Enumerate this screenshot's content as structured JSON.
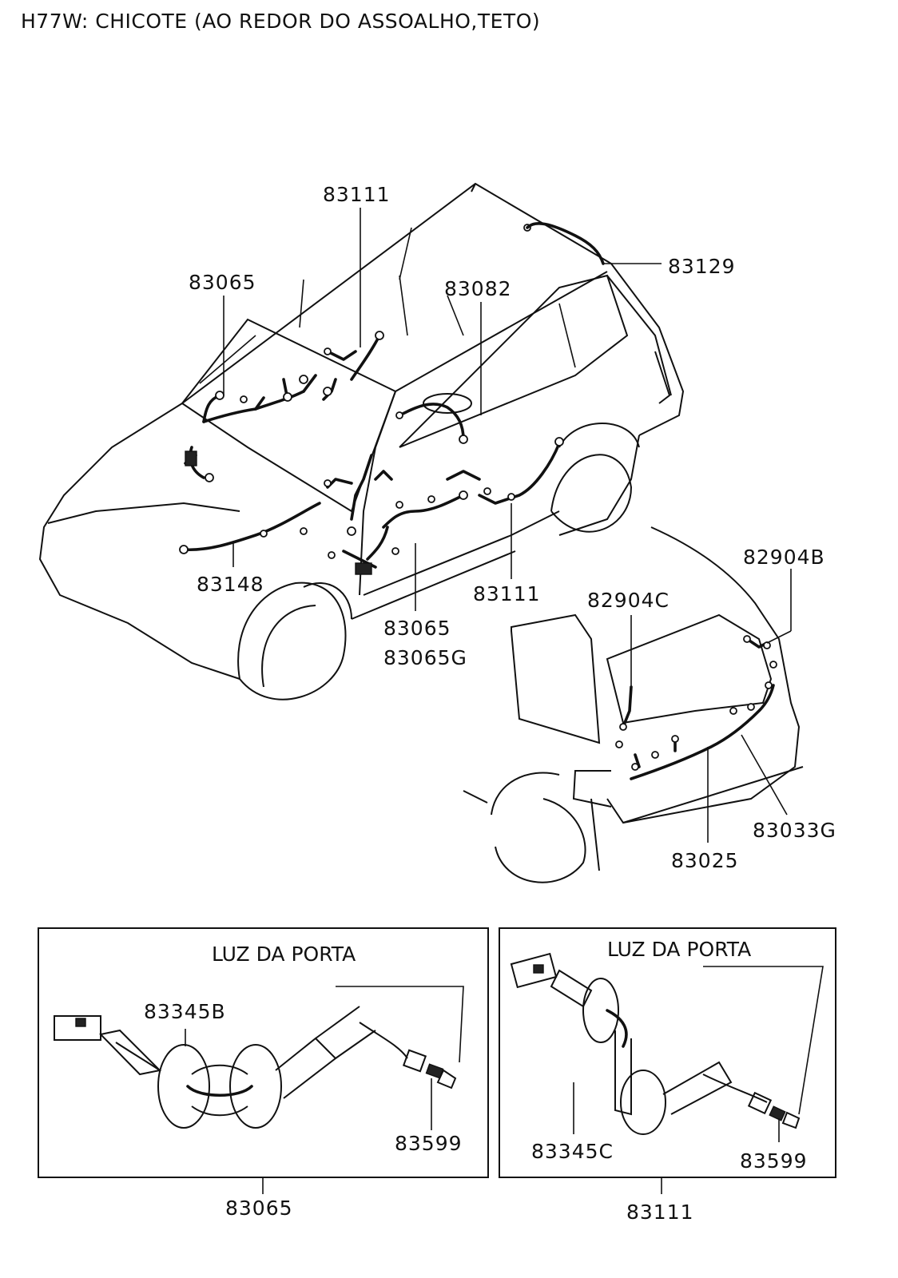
{
  "title": "H77W: CHICOTE (AO REDOR DO ASSOALHO,TETO)",
  "callouts": {
    "c83111_top": "83111",
    "c83065_top": "83065",
    "c83082": "83082",
    "c83129": "83129",
    "c83148": "83148",
    "c83065_mid": "83065",
    "c83065g": "83065G",
    "c83111_mid": "83111",
    "c82904b": "82904B",
    "c82904c": "82904C",
    "c83033g": "83033G",
    "c83025": "83025"
  },
  "insets": {
    "left": {
      "caption": "LUZ DA PORTA",
      "part_grommet": "83345B",
      "part_bulb": "83599",
      "part_harness": "83065"
    },
    "right": {
      "caption": "LUZ DA PORTA",
      "part_grommet": "83345C",
      "part_bulb": "83599",
      "part_harness": "83111"
    }
  }
}
